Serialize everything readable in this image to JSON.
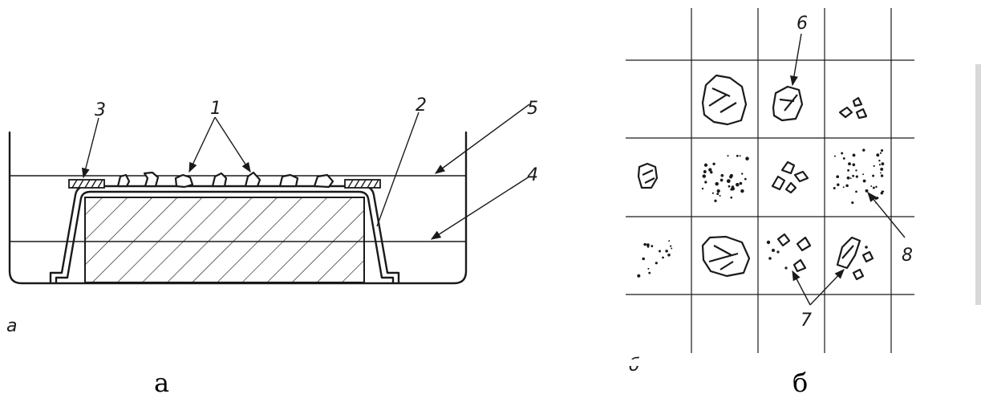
{
  "panel_a": {
    "labels": {
      "l1": "1",
      "l2": "2",
      "l3": "3",
      "l4": "4",
      "l5": "5"
    },
    "sub_label": "а",
    "caption": "а"
  },
  "panel_b": {
    "labels": {
      "l6": "6",
      "l7": "7",
      "l8": "8"
    },
    "sub_label": "б",
    "caption": "б"
  }
}
